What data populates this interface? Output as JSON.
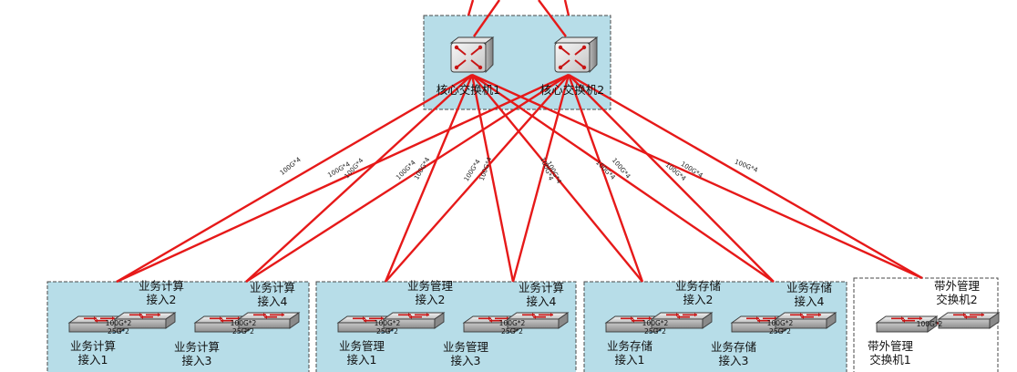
{
  "colors": {
    "link": "#e61919",
    "group_fill": "#b7dde8",
    "group_border": "#4a4a4a",
    "blue_link": "#2a8fd6"
  },
  "core": {
    "switch1": {
      "label": "核心交换机1"
    },
    "switch2": {
      "label": "核心交换机2"
    }
  },
  "uplink_label": "100G*4",
  "groups": [
    {
      "labels": {
        "a2": "业务计算\n接入2",
        "a4": "业务计算\n接入4",
        "a1": "业务计算\n接入1",
        "a3": "业务计算\n接入3"
      },
      "speeds": {
        "top": "100G*2",
        "bottom": "25G*2"
      }
    },
    {
      "labels": {
        "a2": "业务管理\n接入2",
        "a4": "业务计算\n接入4",
        "a1": "业务管理\n接入1",
        "a3": "业务管理\n接入3"
      },
      "speeds": {
        "top": "100G*2",
        "bottom": "25G*2"
      }
    },
    {
      "labels": {
        "a2": "业务存储\n接入2",
        "a4": "业务存储\n接入4",
        "a1": "业务存储\n接入1",
        "a3": "业务存储\n接入3"
      },
      "speeds": {
        "top": "100G*2",
        "bottom": "25G*2"
      }
    }
  ],
  "oob": {
    "label1": "带外管理\n交换机1",
    "label2": "带外管理\n交换机2",
    "speed": "100G*2"
  }
}
